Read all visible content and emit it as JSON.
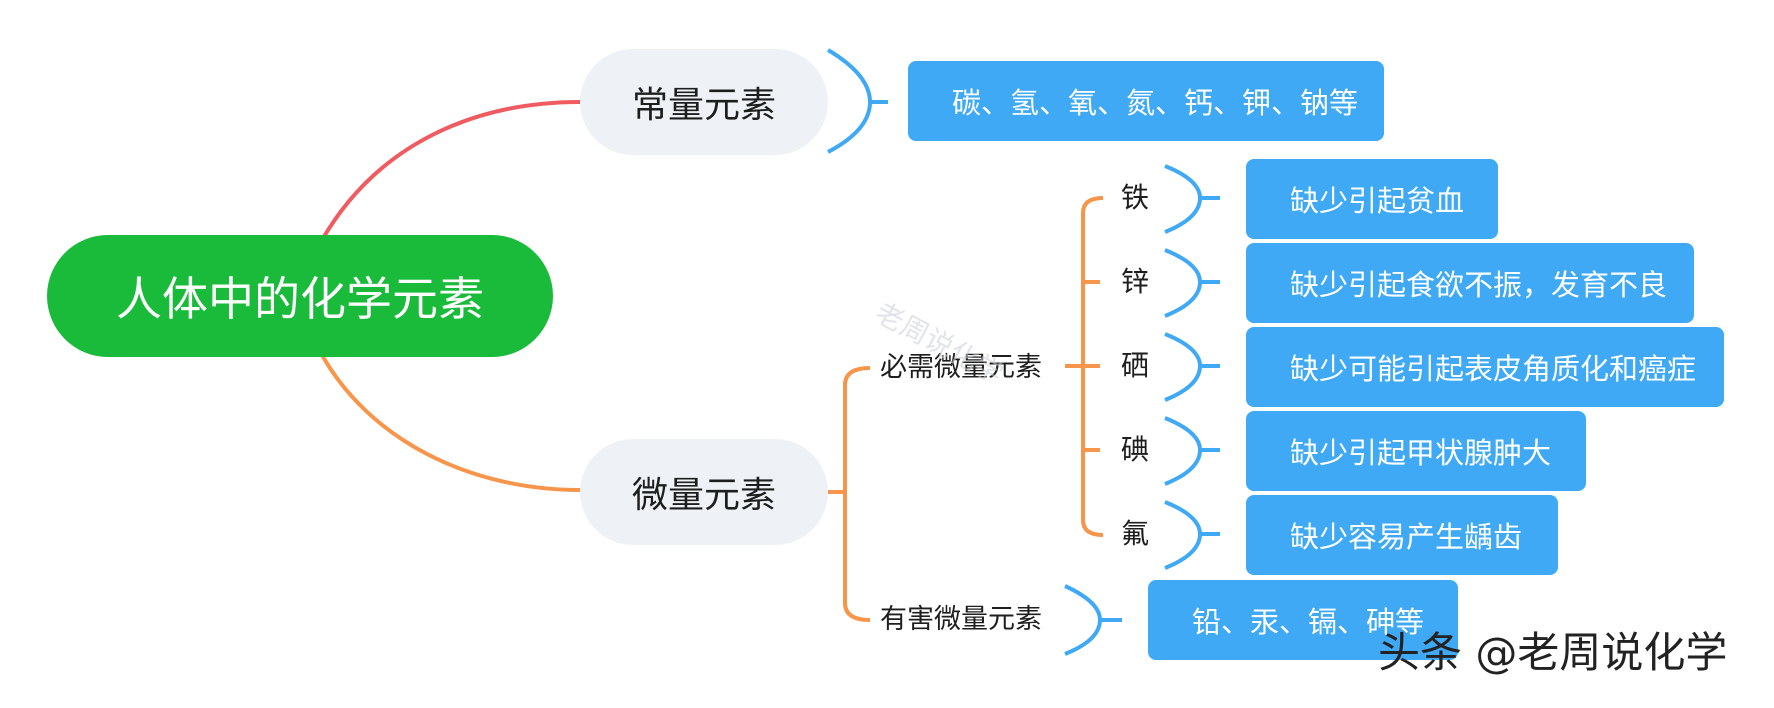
{
  "root": {
    "label": "人体中的化学元素"
  },
  "macro": {
    "label": "常量元素",
    "detail": "碳、氢、氧、氮、钙、钾、钠等"
  },
  "trace": {
    "label": "微量元素",
    "essential": {
      "label": "必需微量元素",
      "items": [
        {
          "element": "铁",
          "effect": "缺少引起贫血"
        },
        {
          "element": "锌",
          "effect": "缺少引起食欲不振，发育不良"
        },
        {
          "element": "硒",
          "effect": "缺少可能引起表皮角质化和癌症"
        },
        {
          "element": "碘",
          "effect": "缺少引起甲状腺肿大"
        },
        {
          "element": "氟",
          "effect": "缺少容易产生龋齿"
        }
      ]
    },
    "harmful": {
      "label": "有害微量元素",
      "detail": "铅、汞、镉、砷等"
    }
  },
  "watermark": {
    "text": "老周说化学"
  },
  "footer": {
    "brand": "头条 @老周说化学"
  },
  "colors": {
    "root": "#1abb3a",
    "pill": "#eef2f6",
    "box": "#3fa9f5",
    "branch_macro": "#ef5b61",
    "branch_trace": "#f7954a",
    "bracket": "#3fa9f5"
  }
}
